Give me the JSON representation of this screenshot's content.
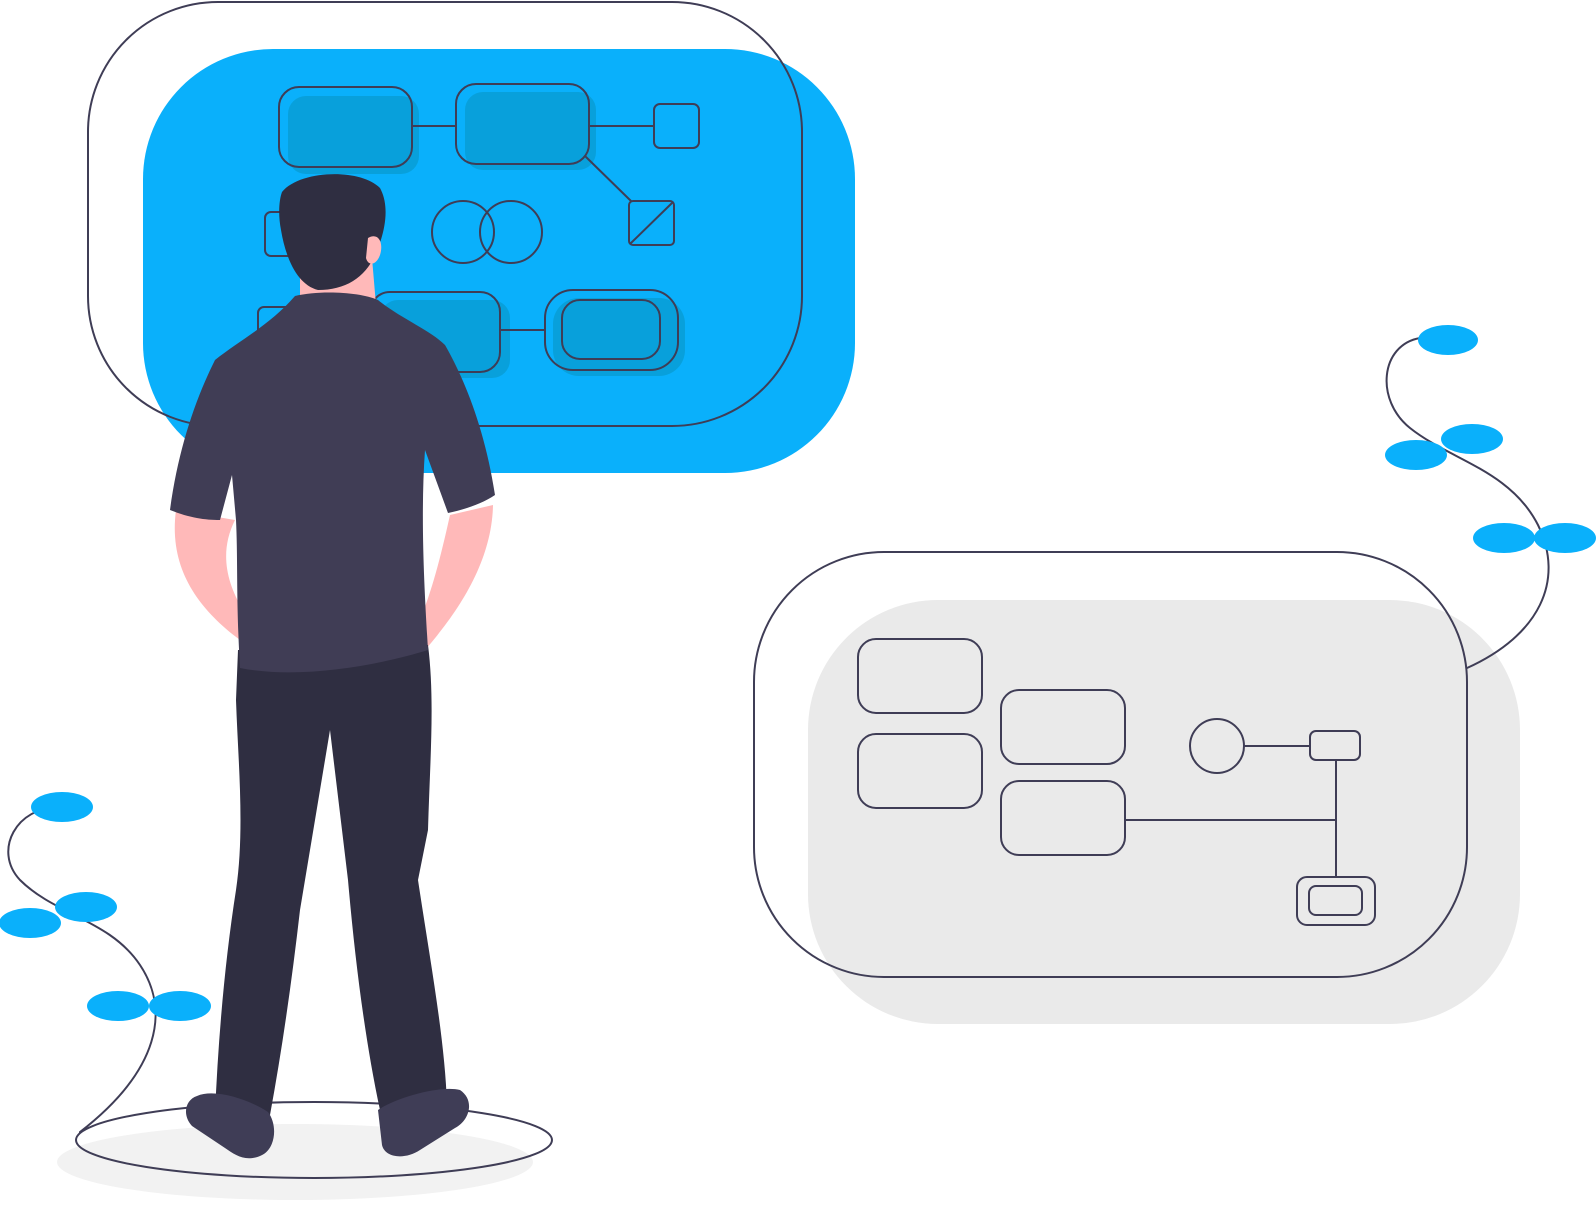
{
  "illustration": {
    "colors": {
      "accent": "#0AB0FB",
      "accent_dark": "#08A0DB",
      "outline": "#3F3D56",
      "dark": "#2F2E41",
      "shirt": "#403D55",
      "skin": "#FFB9B9",
      "hair": "#2F2E41",
      "panel_gray": "#EAEAEA",
      "box_light": "#F2F2F2",
      "floor_shadow": "#F2F2F2"
    },
    "elements": {
      "blue_board": "workflow-diagram-board",
      "gray_board": "workflow-diagram-board",
      "person": "standing-person",
      "plants": "leafy-vine-plant"
    }
  }
}
